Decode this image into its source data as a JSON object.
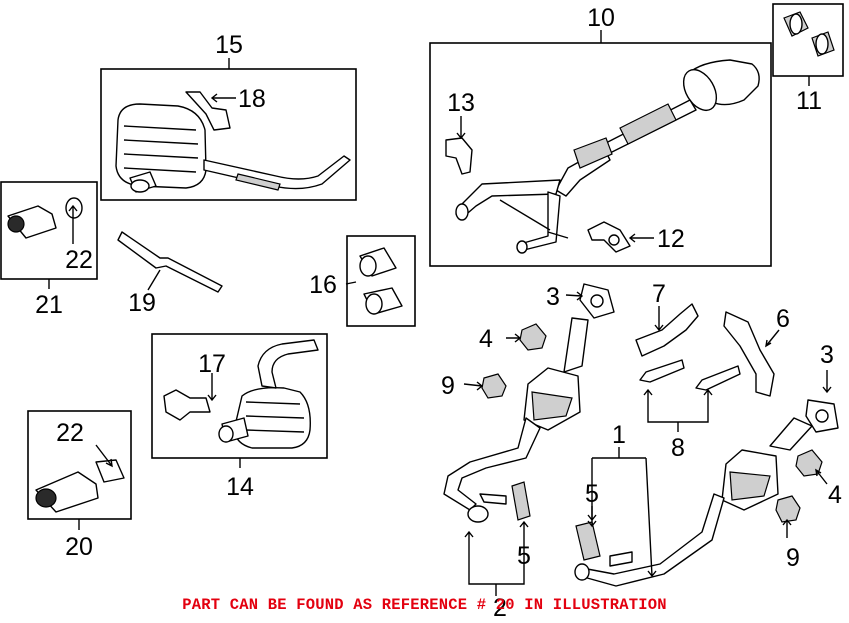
{
  "callouts": {
    "c1": "1",
    "c2": "2",
    "c3a": "3",
    "c3b": "3",
    "c4a": "4",
    "c4b": "4",
    "c5a": "5",
    "c5b": "5",
    "c6": "6",
    "c7": "7",
    "c8": "8",
    "c9a": "9",
    "c9b": "9",
    "c10": "10",
    "c11": "11",
    "c12": "12",
    "c13": "13",
    "c14": "14",
    "c15": "15",
    "c16": "16",
    "c17": "17",
    "c18": "18",
    "c19": "19",
    "c20": "20",
    "c21": "21",
    "c22a": "22",
    "c22b": "22"
  },
  "notice": "PART CAN BE FOUND AS REFERENCE # 20 IN ILLUSTRATION",
  "colors": {
    "notice": "#e3000f",
    "lines": "#000000",
    "background": "#ffffff"
  }
}
